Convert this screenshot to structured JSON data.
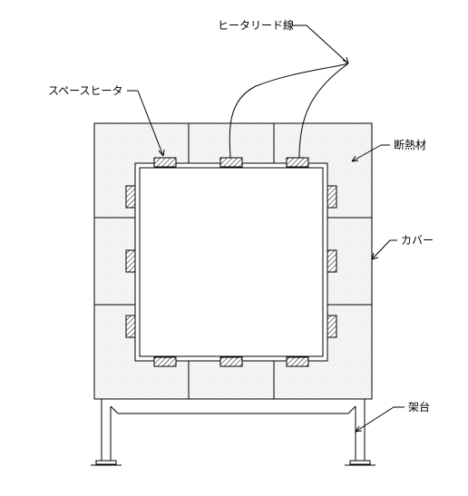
{
  "labels": {
    "heater_lead": "ヒータリード線",
    "space_heater": "スペースヒータ",
    "insulation": "断熱材",
    "cover": "カバー",
    "frame": "架台"
  },
  "colors": {
    "line": "#000000",
    "insulation_fill": "#f2f2f2",
    "hatch": "#000000"
  }
}
